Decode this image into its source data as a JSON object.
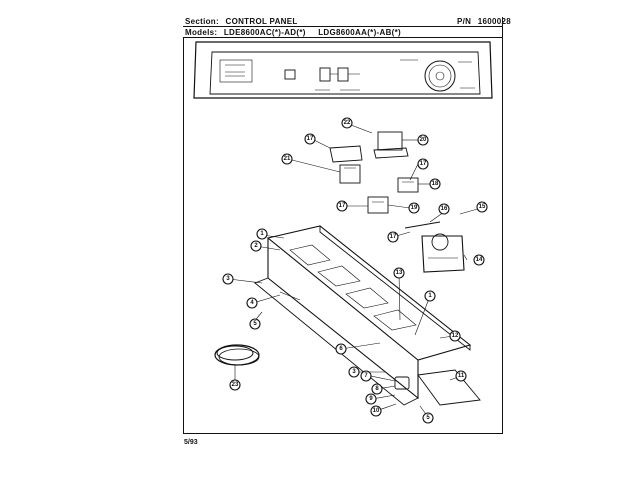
{
  "header": {
    "section_label": "Section:",
    "section_value": "CONTROL PANEL",
    "pn_label": "P/N",
    "pn_value": "1600028",
    "models_label": "Models:",
    "model_1": "LDE8600AC(*)-AD(*)",
    "model_2": "LDG8600AA(*)-AB(*)"
  },
  "footer": {
    "date": "5/93"
  },
  "callouts": [
    {
      "n": "1"
    },
    {
      "n": "2"
    },
    {
      "n": "3"
    },
    {
      "n": "4"
    },
    {
      "n": "5"
    },
    {
      "n": "6"
    },
    {
      "n": "7"
    },
    {
      "n": "8"
    },
    {
      "n": "9"
    },
    {
      "n": "10"
    },
    {
      "n": "11"
    },
    {
      "n": "12"
    },
    {
      "n": "13"
    },
    {
      "n": "14"
    },
    {
      "n": "15"
    },
    {
      "n": "16"
    },
    {
      "n": "17"
    },
    {
      "n": "18"
    },
    {
      "n": "19"
    },
    {
      "n": "20"
    },
    {
      "n": "21"
    },
    {
      "n": "22"
    },
    {
      "n": "23"
    }
  ],
  "colors": {
    "ink": "#111111",
    "paper": "#ffffff"
  }
}
